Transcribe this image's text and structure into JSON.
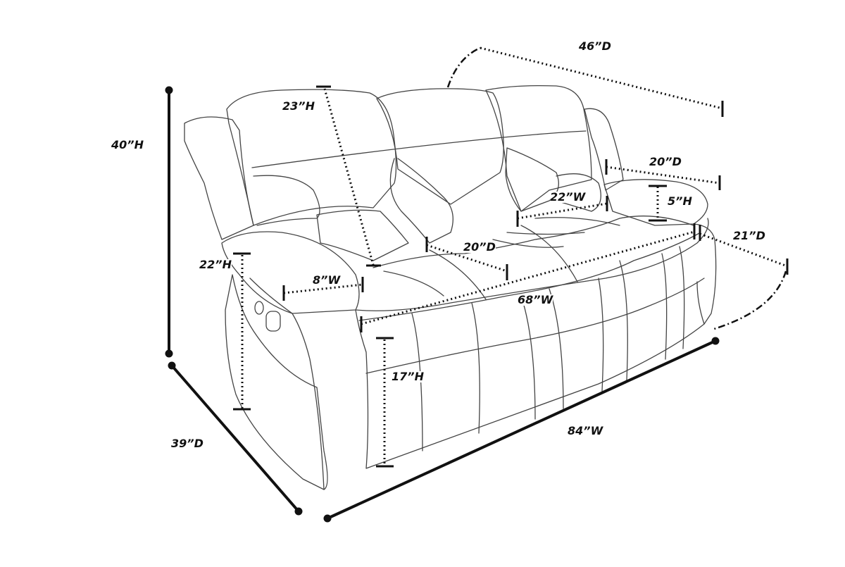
{
  "dimensions": {
    "overall_height": "40”H",
    "overall_depth": "39”D",
    "overall_width": "84”W",
    "reclined_depth": "46”D",
    "back_height": "23”H",
    "arm_height": "22”H",
    "arm_width": "8”W",
    "seat_height": "17”H",
    "seat_width": "68”W",
    "seat_depth": "20”D",
    "footrest_depth": "20”D",
    "footrest_width": "22”W",
    "footrest_height": "5”H",
    "extension_depth": "21”D"
  },
  "colors": {
    "line": "#111111",
    "outline": "#444444",
    "background": "#ffffff"
  }
}
